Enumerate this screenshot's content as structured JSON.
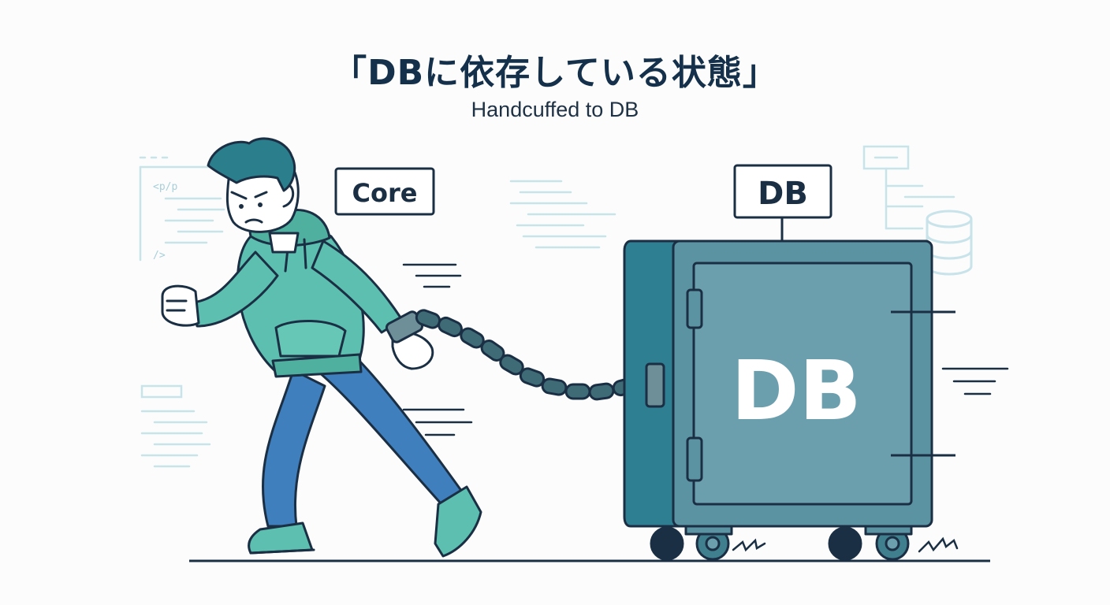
{
  "title": "「DBに依存している状態」",
  "subtitle": "Handcuffed to DB",
  "labels": {
    "core": "Core",
    "db_sign": "DB",
    "db_front": "DB"
  },
  "decor": {
    "code_tag_open": "<p/p",
    "code_tag_close": "/>"
  },
  "colors": {
    "ink": "#1b2f44",
    "hoodie": "#5cbfaf",
    "jeans": "#3f7fbd",
    "hair": "#2b7f8c",
    "safe_body": "#2f7f93",
    "safe_door": "#6c9fae",
    "chain": "#3f6b76",
    "background_lines": "#c9e3ea"
  }
}
